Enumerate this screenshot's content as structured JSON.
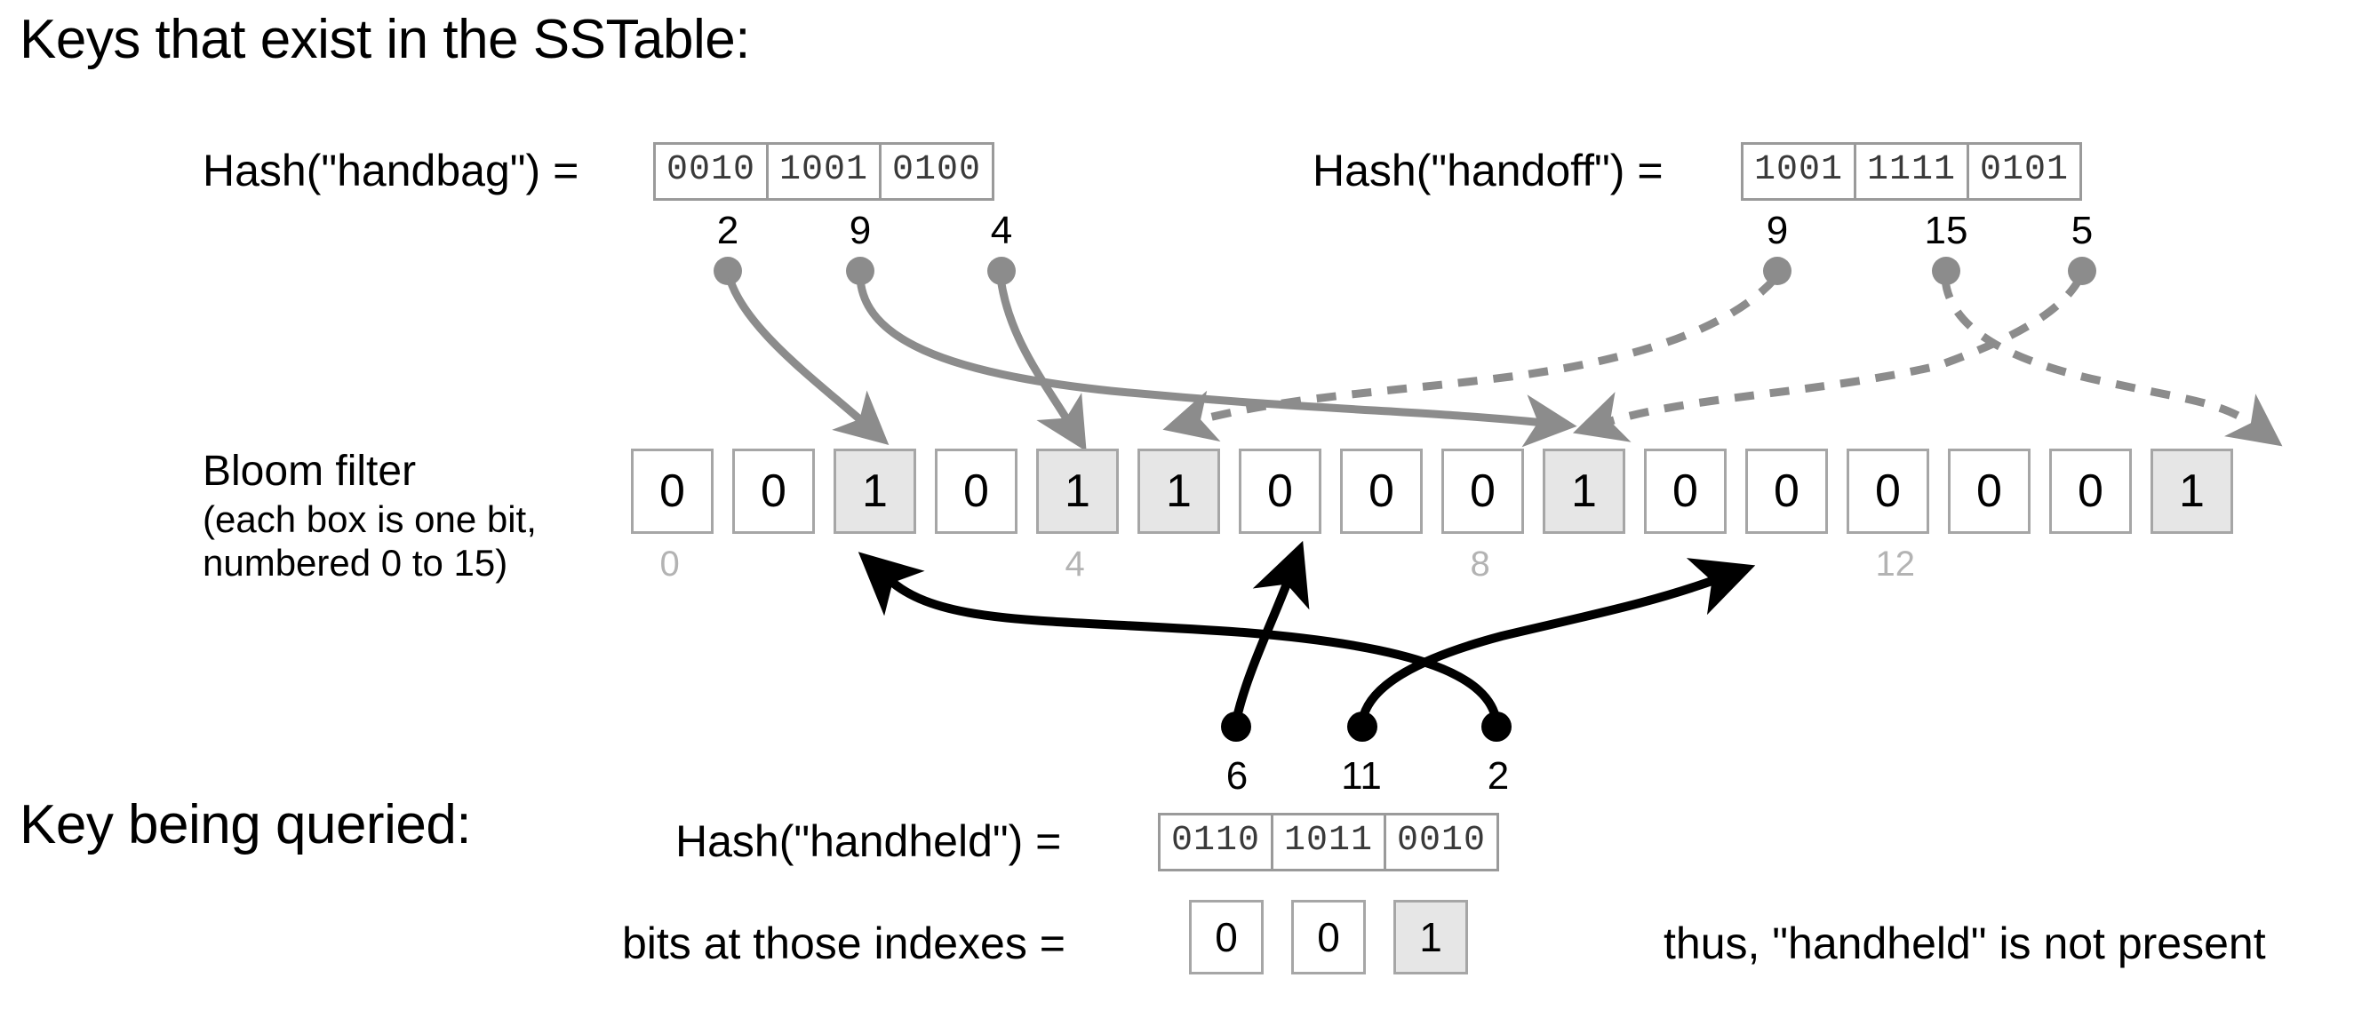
{
  "section_titles": {
    "existing_keys": "Keys that exist in the SSTable:",
    "queried_key": "Key being queried:"
  },
  "bloom_filter_label": {
    "line1": "Bloom filter",
    "line2": "(each box is one bit,",
    "line3": "numbered 0 to 15)"
  },
  "hashes": [
    {
      "id": "handbag",
      "label": "Hash(\"handbag\") =",
      "chunks": [
        "0010",
        "1001",
        "0100"
      ],
      "indexes": [
        2,
        9,
        4
      ],
      "style": "solid"
    },
    {
      "id": "handoff",
      "label": "Hash(\"handoff\") =",
      "chunks": [
        "1001",
        "1111",
        "0101"
      ],
      "indexes": [
        9,
        15,
        5
      ],
      "style": "dashed"
    },
    {
      "id": "handheld",
      "label": "Hash(\"handheld\") =",
      "chunks": [
        "0110",
        "1011",
        "0010"
      ],
      "indexes": [
        6,
        11,
        2
      ],
      "style": "query"
    }
  ],
  "bloom_filter": {
    "bits": [
      0,
      0,
      1,
      0,
      1,
      1,
      0,
      0,
      0,
      1,
      0,
      0,
      0,
      0,
      0,
      1
    ],
    "tick_labels": [
      "0",
      "4",
      "8",
      "12"
    ],
    "tick_positions": [
      0,
      4,
      8,
      12
    ]
  },
  "result": {
    "label": "bits at those indexes =",
    "bits": [
      0,
      0,
      1
    ],
    "conclusion": "thus, \"handheld\" is not present"
  },
  "colors": {
    "ink": "#000000",
    "arrow_gray": "#8c8c8c",
    "box_border": "#a6a6a6",
    "bit_set_fill": "#e6e6e6",
    "tick_gray": "#b3b3b3",
    "mono_text": "#3a3a3a"
  },
  "chart_data": {
    "type": "diagram",
    "title": "Bloom filter membership test",
    "bit_array_size": 16,
    "bit_values": [
      0,
      0,
      1,
      0,
      1,
      1,
      0,
      0,
      0,
      1,
      0,
      0,
      0,
      0,
      0,
      1
    ],
    "set_bit_indexes": [
      2,
      4,
      5,
      9,
      15
    ],
    "inserted_keys": [
      {
        "key": "handbag",
        "hash_chunks": [
          "0010",
          "1001",
          "0100"
        ],
        "indexes": [
          2,
          9,
          4
        ]
      },
      {
        "key": "handoff",
        "hash_chunks": [
          "1001",
          "1111",
          "0101"
        ],
        "indexes": [
          9,
          15,
          5
        ]
      }
    ],
    "queried_key": {
      "key": "handheld",
      "hash_chunks": [
        "0110",
        "1011",
        "0010"
      ],
      "indexes": [
        6,
        11,
        2
      ],
      "bits_read": [
        0,
        0,
        1
      ],
      "verdict": "not present"
    }
  }
}
